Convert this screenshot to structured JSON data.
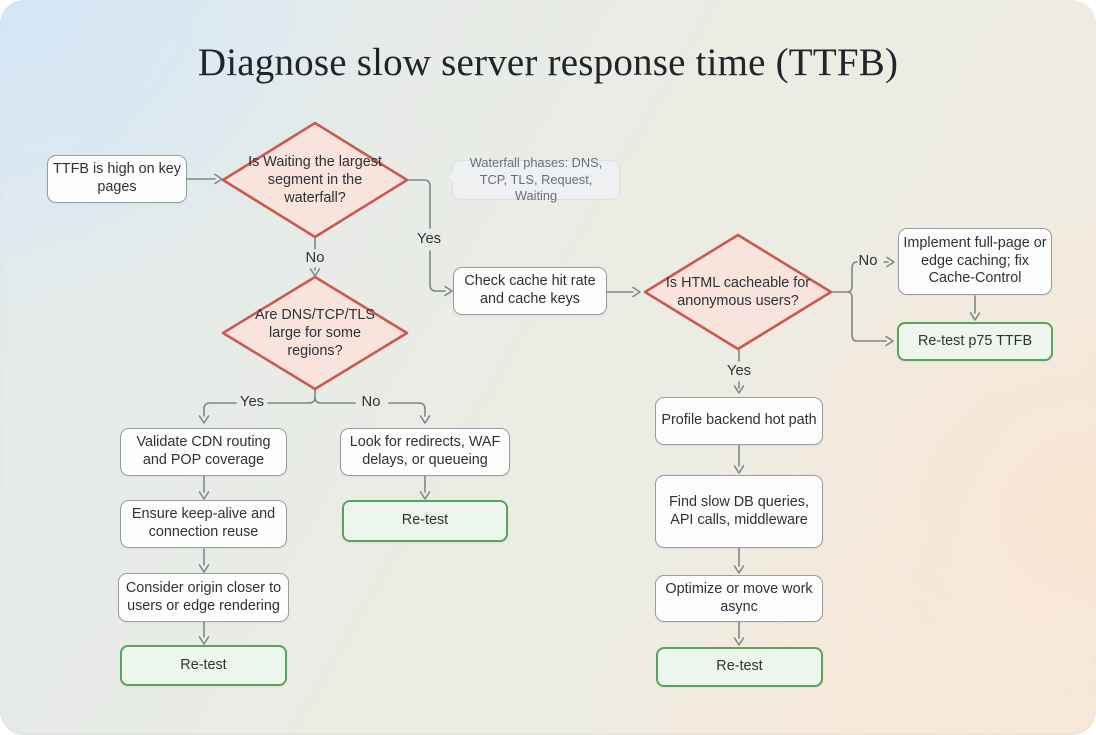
{
  "title": "Diagnose slow server response time (TTFB)",
  "note": {
    "text": "Waterfall phases: DNS, TCP, TLS, Request, Waiting"
  },
  "nodes": {
    "start": "TTFB is high on key pages",
    "d1": "Is Waiting the largest segment in the waterfall?",
    "d2": "Are DNS/TCP/TLS large for some regions?",
    "d3": "Is HTML cacheable for anonymous users?",
    "check_cache": "Check cache hit rate and cache keys",
    "validate_cdn": "Validate CDN routing and POP coverage",
    "keep_alive": "Ensure keep-alive and connection reuse",
    "origin_closer": "Consider origin closer to users or edge rendering",
    "retest_left": "Re-test",
    "redirects": "Look for redirects, WAF delays, or queueing",
    "retest_mid": "Re-test",
    "implement_caching": "Implement full-page or edge caching; fix Cache-Control",
    "retest_p75": "Re-test p75 TTFB",
    "profile_backend": "Profile backend hot path",
    "find_slow": "Find slow DB queries, API calls, middleware",
    "optimize_async": "Optimize or move work async",
    "retest_right": "Re-test"
  },
  "labels": {
    "d1_yes": "Yes",
    "d1_no": "No",
    "d2_yes": "Yes",
    "d2_no": "No",
    "d3_yes": "Yes",
    "d3_no": "No"
  },
  "colors": {
    "decision_border": "#c95a4d",
    "decision_fill": "#f8e3dd",
    "success_border": "#58a45c",
    "success_fill": "#edf6ed",
    "connector": "#7e878b",
    "box_border": "#979da1",
    "background_top_left": "#d8e8f6",
    "background_bottom_right": "#f9e9da"
  }
}
